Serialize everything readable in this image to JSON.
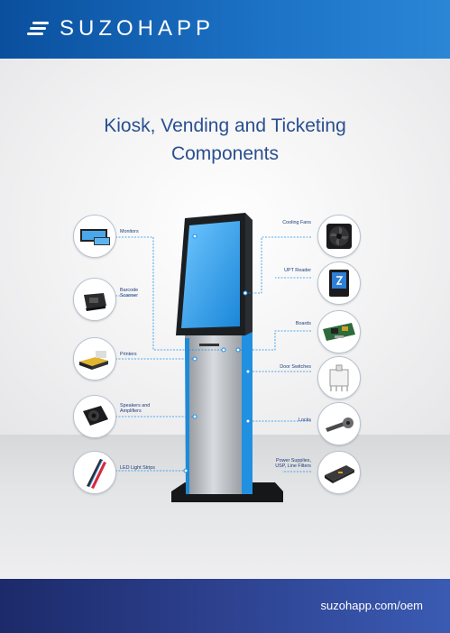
{
  "brand": {
    "name": "SUZOHAPP"
  },
  "title": {
    "line1": "Kiosk, Vending and Ticketing",
    "line2": "Components"
  },
  "left_components": [
    {
      "label": "Monitors",
      "icon": "monitor-icon"
    },
    {
      "label": "Barcode Scanner",
      "icon": "barcode-scanner-icon"
    },
    {
      "label": "Printers",
      "icon": "printer-icon"
    },
    {
      "label": "Speakers and Amplifiers",
      "icon": "speaker-icon"
    },
    {
      "label": "LED Light Strips",
      "icon": "led-strip-icon"
    }
  ],
  "right_components": [
    {
      "label": "Cooling Fans",
      "icon": "fan-icon"
    },
    {
      "label": "UPT Reader",
      "icon": "card-reader-icon"
    },
    {
      "label": "Boards",
      "icon": "circuit-board-icon"
    },
    {
      "label": "Door Switches",
      "icon": "door-switch-icon"
    },
    {
      "label": "Locks",
      "icon": "lock-icon"
    },
    {
      "label": "Power Supplies, USP, Line Filters",
      "icon": "power-supply-icon"
    }
  ],
  "footer": {
    "url": "suzohapp.com/oem"
  },
  "colors": {
    "header": "#1d6fc1",
    "footer": "#2a3c88",
    "title": "#2a4f8f",
    "accent": "#2196f3"
  }
}
